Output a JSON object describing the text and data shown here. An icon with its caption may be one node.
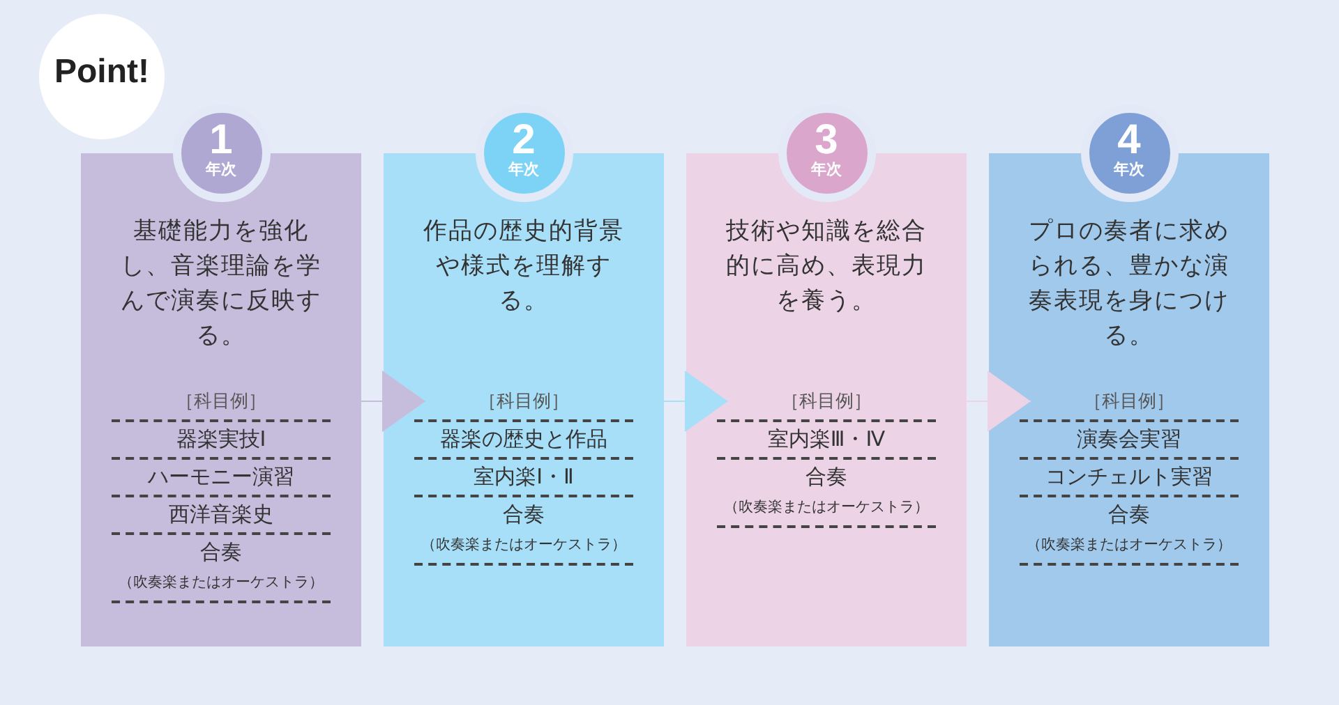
{
  "diagram": {
    "nodes": [
      {
        "text": [
          "Point!"
        ]
      },
      {
        "text": [
          "基礎能力を強化し、音楽理論を学んで演奏に反映する。",
          "［科目例］",
          "器楽実技Ⅰ",
          "ハーモニー演習",
          "西洋音楽史",
          "合奏",
          "（吹奏楽またはオーケストラ）"
        ]
      },
      {
        "text": [
          "1",
          "年次"
        ]
      },
      {
        "text": [
          "作品の歴史的背景や様式を理解する。",
          "［科目例］",
          "器楽の歴史と作品",
          "室内楽Ⅰ・Ⅱ",
          "合奏",
          "（吹奏楽またはオーケストラ）"
        ]
      },
      {
        "text": [
          "2",
          "年次"
        ]
      },
      {
        "text": [
          "技術や知識を総合的に高め、表現力を養う。",
          "［科目例］",
          "室内楽Ⅲ・Ⅳ",
          "合奏",
          "（吹奏楽またはオーケストラ）"
        ]
      },
      {
        "text": [
          "3",
          "年次"
        ]
      },
      {
        "text": [
          "プロの奏者に求められる、豊かな演奏表現を身につける。",
          "［科目例］",
          "演奏会実習",
          "コンチェルト実習",
          "合奏",
          "（吹奏楽またはオーケストラ）"
        ]
      },
      {
        "text": [
          "4",
          "年次"
        ]
      }
    ],
    "edges": [
      {
        "from": 1,
        "to": 3,
        "arrow": "to"
      },
      {
        "from": 3,
        "to": 5,
        "arrow": "to"
      },
      {
        "from": 5,
        "to": 7,
        "arrow": "to"
      }
    ]
  }
}
